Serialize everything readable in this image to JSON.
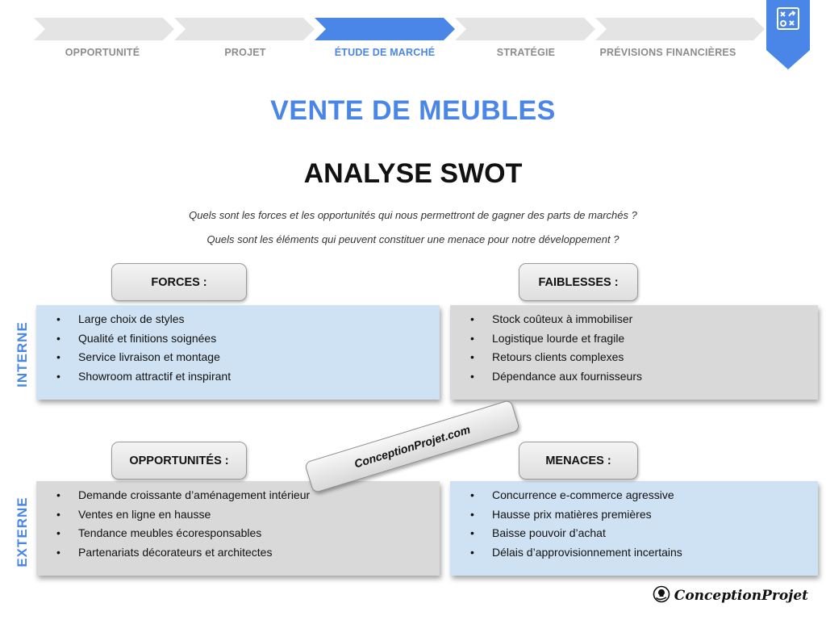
{
  "steps": [
    {
      "label": "OPPORTUNITÉ",
      "active": false
    },
    {
      "label": "PROJET",
      "active": false
    },
    {
      "label": "ÉTUDE DE MARCHÉ",
      "active": true
    },
    {
      "label": "STRATÉGIE",
      "active": false
    },
    {
      "label": "PRÉVISIONS FINANCIÈRES",
      "active": false
    }
  ],
  "bookmark": {
    "icon": "strategy-board-icon"
  },
  "title": "VENTE DE MEUBLES",
  "subtitle": "ANALYSE SWOT",
  "questions": [
    "Quels sont les forces et les opportunités qui nous permettront de gagner des parts de marchés ?",
    "Quels sont les éléments qui peuvent constituer une menace pour notre développement ?"
  ],
  "side_labels": {
    "internal": "INTERNE",
    "external": "EXTERNE"
  },
  "swot": {
    "forces": {
      "title": "FORCES :",
      "items": [
        "Large choix de styles",
        "Qualité et finitions soignées",
        "Service livraison et montage",
        "Showroom attractif et inspirant"
      ]
    },
    "faiblesses": {
      "title": "FAIBLESSES :",
      "items": [
        "Stock coûteux à immobiliser",
        "Logistique lourde et fragile",
        "Retours clients complexes",
        "Dépendance aux fournisseurs"
      ]
    },
    "opportunites": {
      "title": "OPPORTUNITÉS :",
      "items": [
        "Demande croissante d’aménagement intérieur",
        "Ventes en ligne en hausse",
        "Tendance meubles écoresponsables",
        "Partenariats décorateurs et architectes"
      ]
    },
    "menaces": {
      "title": "MENACES :",
      "items": [
        "Concurrence e-commerce agressive",
        "Hausse prix matières premières",
        "Baisse pouvoir d’achat",
        "Délais d’approvisionnement incertains"
      ]
    }
  },
  "watermark": "ConceptionProjet.com",
  "logo": {
    "text": "ConceptionProjet",
    "icon": "bulb-hand-icon"
  },
  "colors": {
    "accent": "#4a86e8",
    "step_inactive": "#e4e4e4",
    "quadrant_blue": "#cfe2f3",
    "quadrant_grey": "#d9d9d9"
  }
}
